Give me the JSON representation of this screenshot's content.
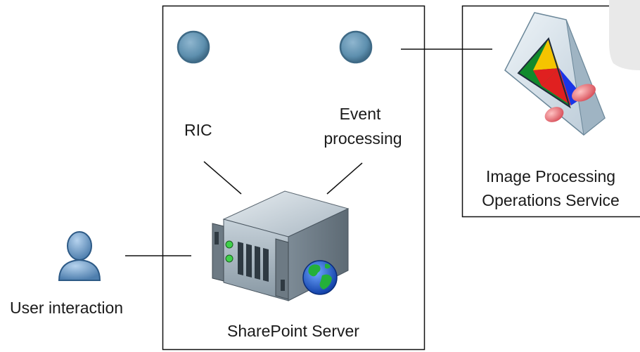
{
  "labels": {
    "ric": "RIC",
    "event_line1": "Event",
    "event_line2": "processing",
    "server": "SharePoint Server",
    "user": "User interaction",
    "ipos_line1": "Image Processing",
    "ipos_line2": "Operations Service"
  },
  "colors": {
    "box_border": "#111111",
    "circle_fill": "#5d8fae",
    "circle_stroke": "#3f6a86",
    "connector": "#111111",
    "server_body": "#a7b4be",
    "user_fill": "#6d9ac4",
    "globe": "#1f5fd0",
    "prism_red": "#e02020",
    "prism_yellow": "#f5c400",
    "prism_blue": "#1a35e6",
    "prism_green": "#118a2c"
  },
  "icons": [
    "ric-circle-icon",
    "event-circle-icon",
    "server-icon",
    "globe-icon",
    "user-icon",
    "image-processing-icon"
  ]
}
